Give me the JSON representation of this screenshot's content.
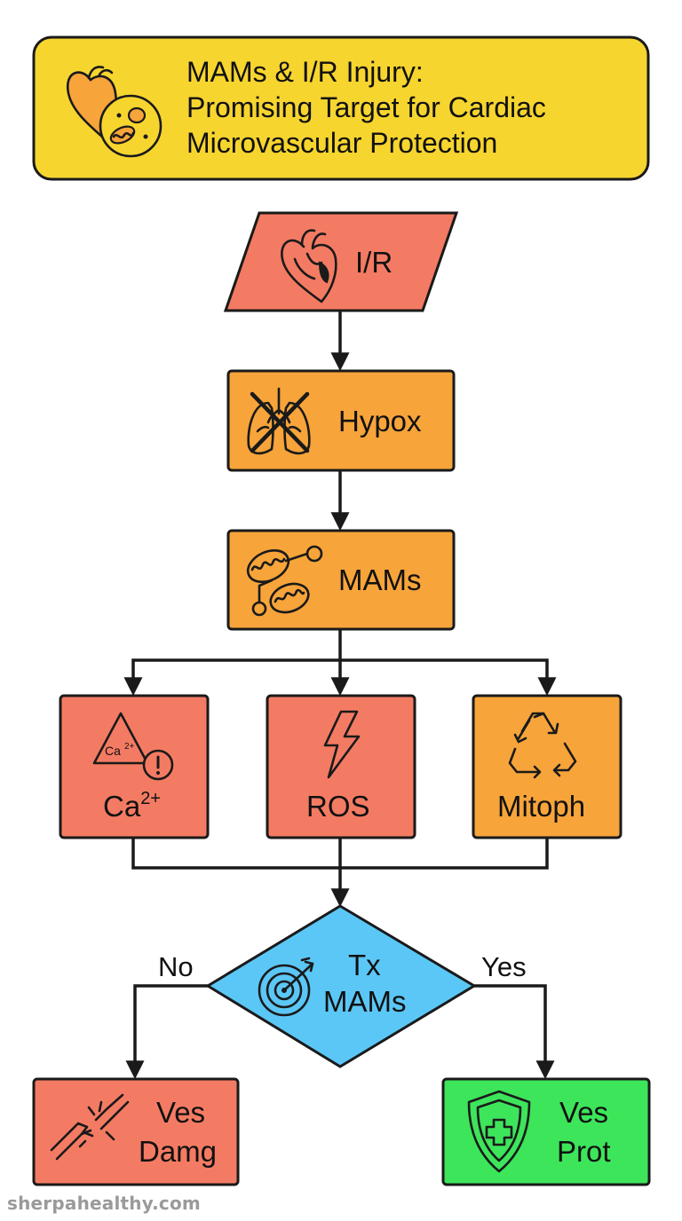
{
  "title": {
    "lines": [
      "MAMs & I/R Injury:",
      "Promising Target for Cardiac",
      "Microvascular Protection"
    ],
    "icon": "heart-cell-icon"
  },
  "nodes": {
    "ir": {
      "label": "I/R",
      "icon": "heart-icon"
    },
    "hypox": {
      "label": "Hypox",
      "icon": "lungs-crossed-icon"
    },
    "mams": {
      "label": "MAMs",
      "icon": "mitochondria-link-icon"
    },
    "ca": {
      "label": "Ca",
      "sup": "2+",
      "icon_text": "Ca",
      "icon_sup": "2+",
      "icon": "calcium-warning-icon"
    },
    "ros": {
      "label": "ROS",
      "icon": "lightning-icon"
    },
    "mitoph": {
      "label": "Mitoph",
      "icon": "recycle-icon"
    },
    "decision": {
      "lines": [
        "Tx",
        "MAMs"
      ],
      "icon": "target-icon"
    },
    "vesDamg": {
      "lines": [
        "Ves",
        "Damg"
      ],
      "icon": "broken-vessel-icon"
    },
    "vesProt": {
      "lines": [
        "Ves",
        "Prot"
      ],
      "icon": "shield-plus-icon"
    }
  },
  "branches": {
    "no": "No",
    "yes": "Yes"
  },
  "colors": {
    "title_fill": "#F7D52F",
    "red_fill": "#F47B63",
    "orange_fill": "#F7A43A",
    "blue_fill": "#5BC7F6",
    "green_fill": "#3DE55B",
    "stroke": "#1a1a1a"
  },
  "watermark": "sherpahealthy.com"
}
